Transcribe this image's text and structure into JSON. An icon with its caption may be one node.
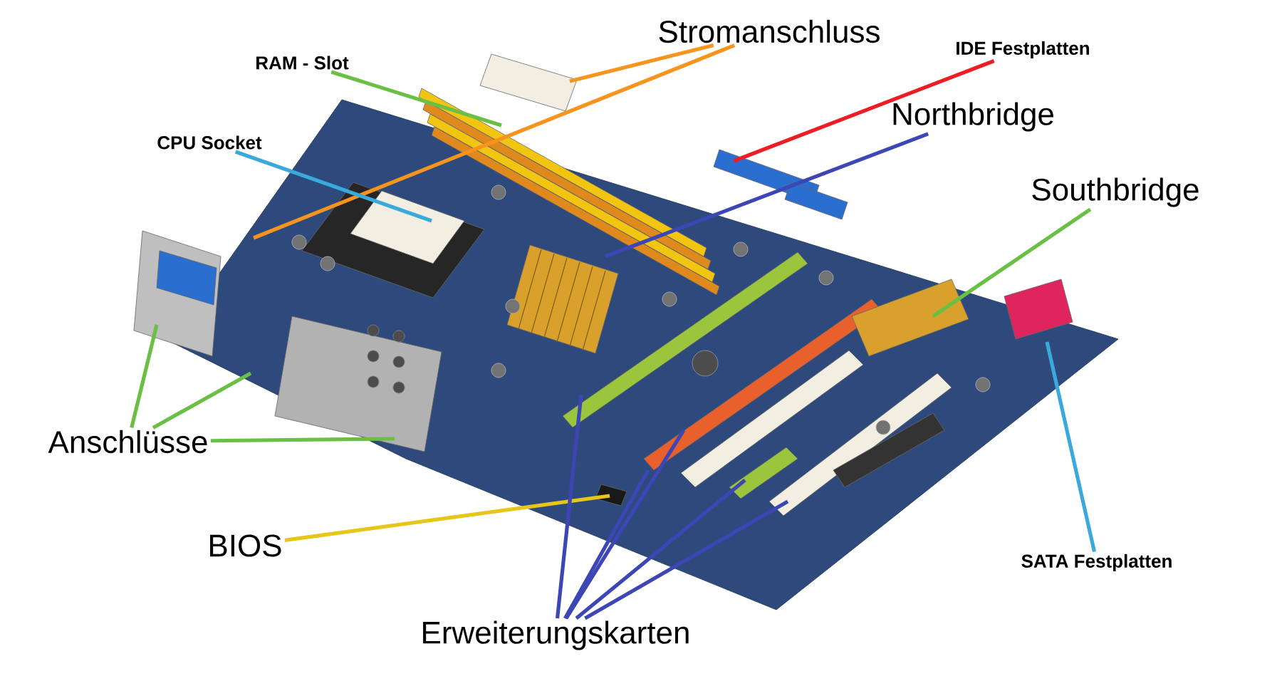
{
  "diagram": {
    "nodes": [
      {
        "text": [
          "Stromanschluss"
        ]
      },
      {
        "text": [
          "RAM - Slot"
        ]
      },
      {
        "text": [
          "IDE Festplatten"
        ]
      },
      {
        "text": [
          "Northbridge"
        ]
      },
      {
        "text": [
          "CPU Socket"
        ]
      },
      {
        "text": [
          "Southbridge"
        ]
      },
      {
        "text": [
          "Anschlüsse"
        ]
      },
      {
        "text": [
          "BIOS"
        ]
      },
      {
        "text": [
          "SATA Festplatten"
        ]
      },
      {
        "text": [
          "Erweiterungskarten"
        ]
      }
    ],
    "edges": [
      {
        "from": 0,
        "to": null,
        "arrow": "none",
        "color": "#f7941d"
      },
      {
        "from": 0,
        "to": null,
        "arrow": "none",
        "color": "#f7941d"
      },
      {
        "from": 1,
        "to": null,
        "arrow": "none",
        "color": "#6abf45"
      },
      {
        "from": 2,
        "to": null,
        "arrow": "none",
        "color": "#ee1c25"
      },
      {
        "from": 3,
        "to": null,
        "arrow": "none",
        "color": "#3c46b4"
      },
      {
        "from": 4,
        "to": null,
        "arrow": "none",
        "color": "#3aaadc"
      },
      {
        "from": 5,
        "to": null,
        "arrow": "none",
        "color": "#6abf45"
      },
      {
        "from": 6,
        "to": null,
        "arrow": "none",
        "color": "#6abf45"
      },
      {
        "from": 6,
        "to": null,
        "arrow": "none",
        "color": "#6abf45"
      },
      {
        "from": 6,
        "to": null,
        "arrow": "none",
        "color": "#6abf45"
      },
      {
        "from": 7,
        "to": null,
        "arrow": "none",
        "color": "#e6c619"
      },
      {
        "from": 8,
        "to": null,
        "arrow": "none",
        "color": "#3aaadc"
      },
      {
        "from": 9,
        "to": null,
        "arrow": "none",
        "color": "#3c46b4"
      },
      {
        "from": 9,
        "to": null,
        "arrow": "none",
        "color": "#3c46b4"
      },
      {
        "from": 9,
        "to": null,
        "arrow": "none",
        "color": "#3c46b4"
      },
      {
        "from": 9,
        "to": null,
        "arrow": "none",
        "color": "#3c46b4"
      },
      {
        "from": 9,
        "to": null,
        "arrow": "none",
        "color": "#3c46b4"
      }
    ]
  }
}
